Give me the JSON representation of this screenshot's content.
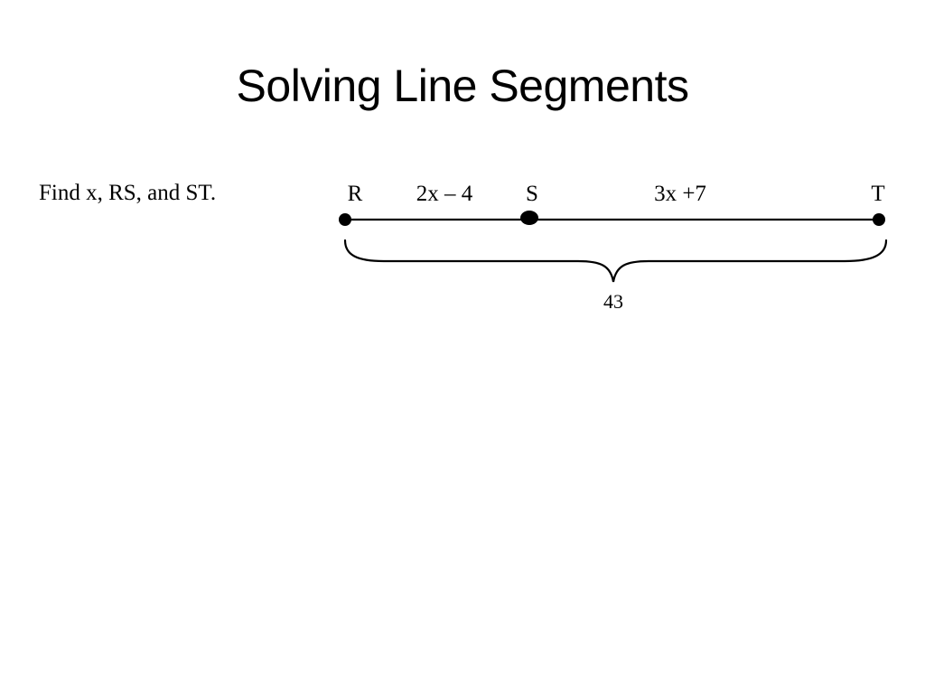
{
  "slide": {
    "title": "Solving Line Segments",
    "prompt": "Find x, RS, and ST."
  },
  "diagram": {
    "points": [
      "R",
      "S",
      "T"
    ],
    "segment_labels": {
      "rs": "2x – 4",
      "st": "3x +7"
    },
    "total_label": "43"
  }
}
